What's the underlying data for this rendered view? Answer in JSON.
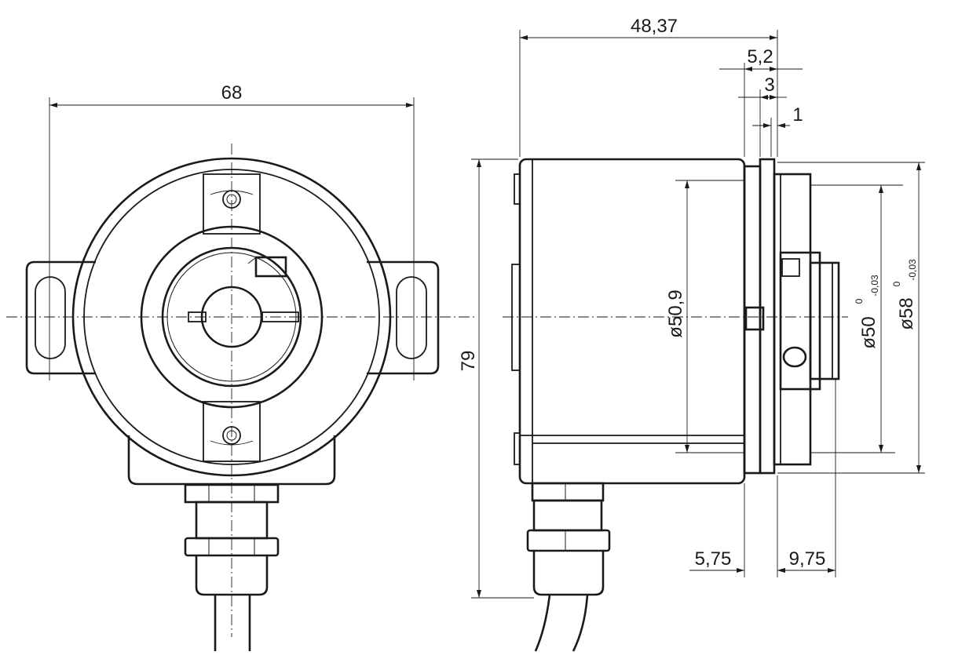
{
  "dimensions": {
    "front_width": "68",
    "body_length": "48,37",
    "flange_offset": "5,2",
    "flange_thickness": "3",
    "clamp_width": "1",
    "body_diameter": "ø50,9",
    "height": "79",
    "shaft_diameter": "ø50",
    "shaft_tolerance_upper": "0",
    "shaft_tolerance_lower": "-0,03",
    "flange_diameter": "ø58",
    "flange_tolerance_upper": "0",
    "flange_tolerance_lower": "-0,03",
    "bottom_left": "5,75",
    "bottom_right": "9,75"
  }
}
